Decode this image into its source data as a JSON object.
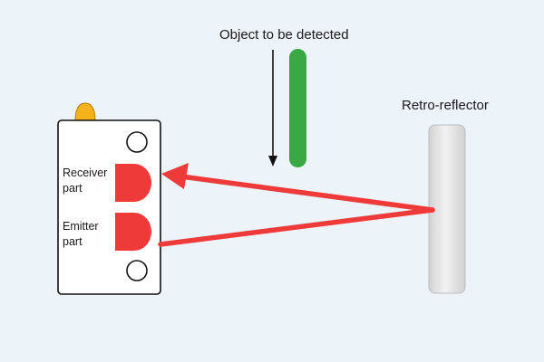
{
  "labels": {
    "object": "Object to be detected",
    "reflector": "Retro-reflector",
    "receiver_line1": "Receiver",
    "receiver_line2": "part",
    "emitter_line1": "Emitter",
    "emitter_line2": "part"
  },
  "colors": {
    "background": "#ecf3f9",
    "beam": "#ef3a3a",
    "object": "#3aa845",
    "indicator": "#f5b21b",
    "sensor_body": "#ffffff",
    "reflector": "#dcdcdc"
  }
}
